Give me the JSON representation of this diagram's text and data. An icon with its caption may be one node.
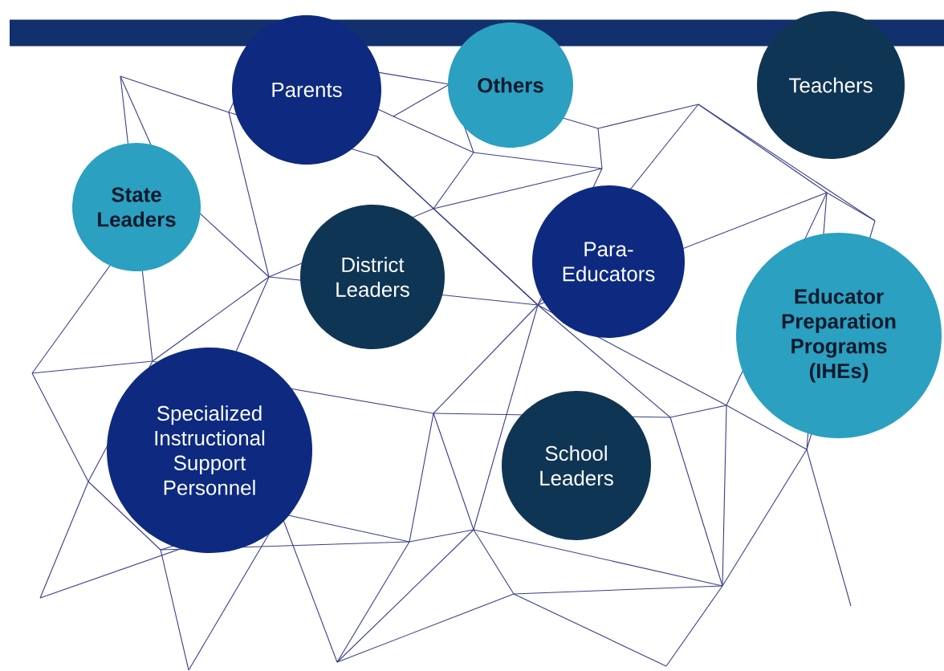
{
  "diagram": {
    "nodes": [
      {
        "text": [],
        "shape": "bar"
      },
      {
        "text": [
          "Parents"
        ]
      },
      {
        "text": [
          "Others"
        ]
      },
      {
        "text": [
          "Teachers"
        ]
      },
      {
        "text": [
          "State Leaders"
        ]
      },
      {
        "text": [
          "District Leaders"
        ]
      },
      {
        "text": [
          "Para-Educators"
        ]
      },
      {
        "text": [
          "Educator Preparation Programs (IHEs)"
        ]
      },
      {
        "text": [
          "Specialized Instructional Support Personnel"
        ]
      },
      {
        "text": [
          "School Leaders"
        ]
      }
    ]
  }
}
